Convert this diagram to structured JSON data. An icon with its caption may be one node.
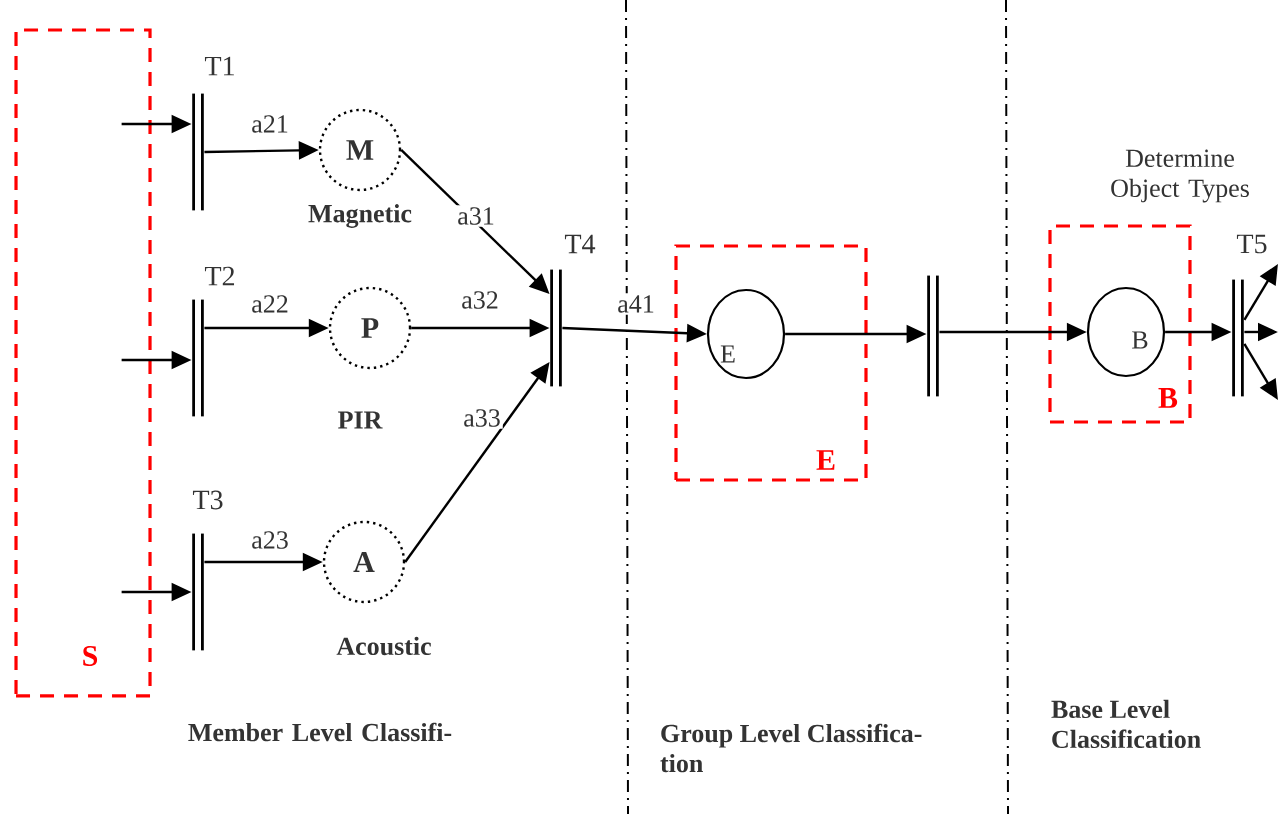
{
  "diagram": {
    "nodes": [
      {
        "text": [
          "S"
        ]
      },
      {
        "text": [
          "T1"
        ]
      },
      {
        "text": [
          "T2"
        ]
      },
      {
        "text": [
          "T3"
        ]
      },
      {
        "text": [
          "M"
        ],
        "beside": [
          "Magnetic"
        ]
      },
      {
        "text": [
          "P"
        ],
        "beside": [
          "PIR"
        ]
      },
      {
        "text": [
          "A"
        ],
        "beside": [
          "Acoustic"
        ]
      },
      {
        "text": [
          "T4"
        ]
      },
      {
        "text": [
          "E"
        ]
      },
      {
        "text": [
          "E"
        ],
        "in": 8
      },
      {
        "text": [],
        "shape": "bar"
      },
      {
        "text": [
          "B"
        ]
      },
      {
        "text": [
          "B"
        ],
        "in": 11
      },
      {
        "text": [
          "T5"
        ]
      }
    ],
    "edges": [
      {
        "from": 0,
        "to": 1,
        "arrow": "to"
      },
      {
        "from": 0,
        "to": 2,
        "arrow": "to"
      },
      {
        "from": 0,
        "to": 3,
        "arrow": "to"
      },
      {
        "from": 1,
        "to": 4,
        "arrow": "to",
        "label": "a21"
      },
      {
        "from": 2,
        "to": 5,
        "arrow": "to",
        "label": "a22"
      },
      {
        "from": 3,
        "to": 6,
        "arrow": "to",
        "label": "a23"
      },
      {
        "from": 4,
        "to": 7,
        "arrow": "to",
        "label": "a31"
      },
      {
        "from": 5,
        "to": 7,
        "arrow": "to",
        "label": "a32"
      },
      {
        "from": 6,
        "to": 7,
        "arrow": "to",
        "label": "a33"
      },
      {
        "from": 7,
        "to": 9,
        "arrow": "to",
        "label": "a41"
      },
      {
        "from": 9,
        "to": 10,
        "arrow": "to"
      },
      {
        "from": 10,
        "to": 12,
        "arrow": "to"
      },
      {
        "from": 12,
        "to": 13,
        "arrow": "to"
      },
      {
        "from": 13,
        "to": null,
        "arrow": "to"
      },
      {
        "from": 13,
        "to": null,
        "arrow": "to"
      },
      {
        "from": 13,
        "to": null,
        "arrow": "to"
      }
    ],
    "labels": [
      "Determine Object Types",
      "Member Level Classifi-",
      "Group Level Classifica- tion",
      "Base Level Classification"
    ]
  }
}
